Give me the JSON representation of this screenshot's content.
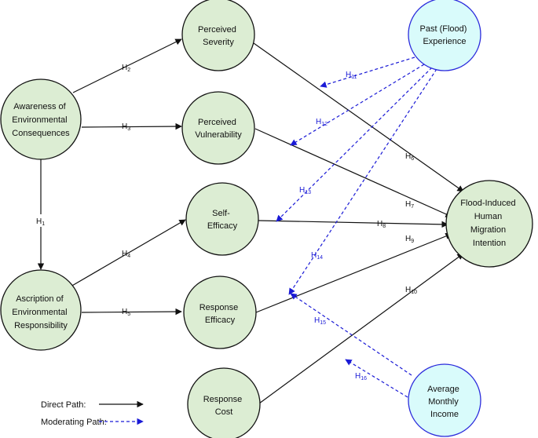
{
  "colors": {
    "construct_fill": "#dcedd3",
    "moderator_fill": "#d9fbfb",
    "construct_stroke": "#111111",
    "moderator_stroke": "#2b2bdc",
    "direct": "#111111",
    "moderating": "#1a1ad6"
  },
  "nodes": {
    "awareness": {
      "lines": [
        "Awareness of",
        "Environmental",
        "Consequences"
      ]
    },
    "ascription": {
      "lines": [
        "Ascription of",
        "Environmental",
        "Responsibility"
      ]
    },
    "severity": {
      "lines": [
        "Perceived",
        "Severity"
      ]
    },
    "vulnerability": {
      "lines": [
        "Perceived",
        "Vulnerability"
      ]
    },
    "self_efficacy": {
      "lines": [
        "Self-",
        "Efficacy"
      ]
    },
    "response_efficacy": {
      "lines": [
        "Response",
        "Efficacy"
      ]
    },
    "response_cost": {
      "lines": [
        "Response",
        "Cost"
      ]
    },
    "intention": {
      "lines": [
        "Flood-Induced",
        "Human",
        "Migration",
        "Intention"
      ]
    },
    "past_experience": {
      "lines": [
        "Past (Flood)",
        "Experience"
      ]
    },
    "income": {
      "lines": [
        "Average",
        "Monthly",
        "Income"
      ]
    }
  },
  "hypotheses": {
    "h1": {
      "base": "H",
      "sub": "1"
    },
    "h2": {
      "base": "H",
      "sub": "2"
    },
    "h3": {
      "base": "H",
      "sub": "3"
    },
    "h4": {
      "base": "H",
      "sub": "4"
    },
    "h5": {
      "base": "H",
      "sub": "5"
    },
    "h6": {
      "base": "H",
      "sub": "6"
    },
    "h7": {
      "base": "H",
      "sub": "7"
    },
    "h8": {
      "base": "H",
      "sub": "8"
    },
    "h9": {
      "base": "H",
      "sub": "9"
    },
    "h10": {
      "base": "H",
      "sub": "10"
    },
    "h11": {
      "base": "H",
      "sub": "11"
    },
    "h12": {
      "base": "H",
      "sub": "12"
    },
    "h13": {
      "base": "H",
      "sub": "13"
    },
    "h14": {
      "base": "H",
      "sub": "14"
    },
    "h15": {
      "base": "H",
      "sub": "15"
    },
    "h16": {
      "base": "H",
      "sub": "16"
    }
  },
  "legend": {
    "direct_label": "Direct Path:",
    "moderating_label": "Moderating Path:"
  }
}
